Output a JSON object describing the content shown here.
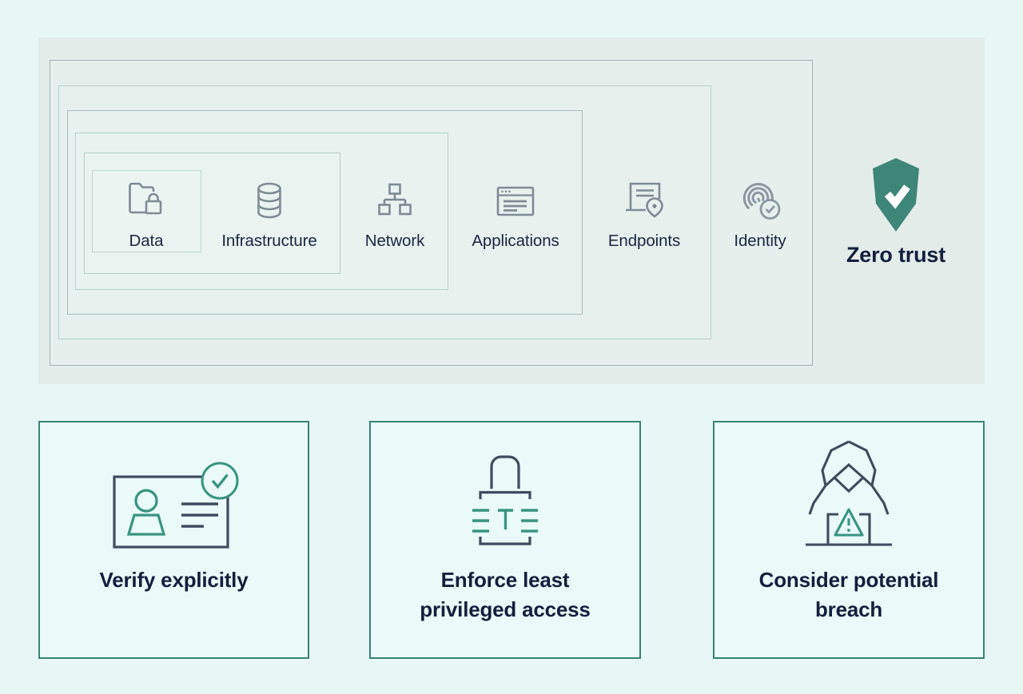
{
  "meta": {
    "title": "Zero trust security model diagram"
  },
  "colors": {
    "page_bg": "#e6f7f5",
    "panel_bg": "#e3ece9",
    "accent_teal": "#3a8376",
    "shield_teal": "#3d8678",
    "icon_green": "#3a9381",
    "icon_gray": "#7e8a95",
    "icon_slate": "#3f4c5e",
    "text_navy": "#1b2540"
  },
  "diagram": {
    "layers": [
      {
        "label": "Data",
        "icon": "folder-lock-icon"
      },
      {
        "label": "Infrastructure",
        "icon": "database-icon"
      },
      {
        "label": "Network",
        "icon": "network-nodes-icon"
      },
      {
        "label": "Applications",
        "icon": "browser-window-icon"
      },
      {
        "label": "Endpoints",
        "icon": "device-location-icon"
      },
      {
        "label": "Identity",
        "icon": "fingerprint-check-icon"
      }
    ],
    "result": {
      "label": "Zero trust",
      "icon": "shield-check-icon"
    }
  },
  "principles": [
    {
      "label": "Verify explicitly",
      "icon": "id-card-check-icon"
    },
    {
      "label": "Enforce least privileged access",
      "icon": "padlock-icon"
    },
    {
      "label": "Consider potential breach",
      "icon": "hooded-hacker-breach-icon"
    }
  ]
}
